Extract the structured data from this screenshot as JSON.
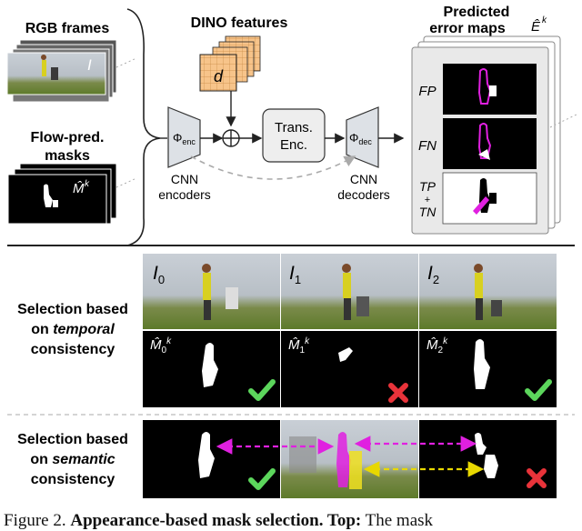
{
  "top": {
    "rgb_frames": "RGB frames",
    "rgb_symbol": "I",
    "flow_masks_line1": "Flow-pred.",
    "flow_masks_line2": "masks",
    "flow_symbol": "M̂",
    "flow_symbol_sup": "k",
    "dino_label": "DINO features",
    "dino_symbol": "d",
    "enc_symbol": "Φenc",
    "cnn_encoders_line1": "CNN",
    "cnn_encoders_line2": "encoders",
    "trans_line1": "Trans.",
    "trans_line2": "Enc.",
    "dec_symbol": "Φdec",
    "cnn_decoders_line1": "CNN",
    "cnn_decoders_line2": "decoders",
    "pred_line1": "Predicted",
    "pred_line2": "error maps",
    "pred_symbol": "Ê",
    "pred_symbol_sup": "k",
    "fp": "FP",
    "fn": "FN",
    "tp_line1": "TP",
    "tp_plus": "+",
    "tp_line2": "TN"
  },
  "bottom": {
    "temporal_line1": "Selection based",
    "temporal_line2_pre": "on ",
    "temporal_line2_em": "temporal",
    "temporal_line3": "consistency",
    "semantic_line1": "Selection based",
    "semantic_line2_pre": "on ",
    "semantic_line2_em": "semantic",
    "semantic_line3": "consistency",
    "frames": [
      "I0",
      "I1",
      "I2"
    ],
    "mask_labels": [
      "M̂0",
      "M̂1",
      "M̂2"
    ],
    "mask_sup": "k",
    "marks": [
      "check",
      "cross",
      "check"
    ],
    "semantic_marks": [
      "check",
      "cross"
    ]
  },
  "caption": {
    "prefix": "Figure 2. ",
    "bold": "Appearance-based mask selection. Top:",
    "rest": " The mask"
  },
  "colors": {
    "check": "#5cd65c",
    "cross": "#e8333a",
    "magenta": "#e020e0",
    "yellow": "#f0e020",
    "dino": "#f7c48a"
  }
}
